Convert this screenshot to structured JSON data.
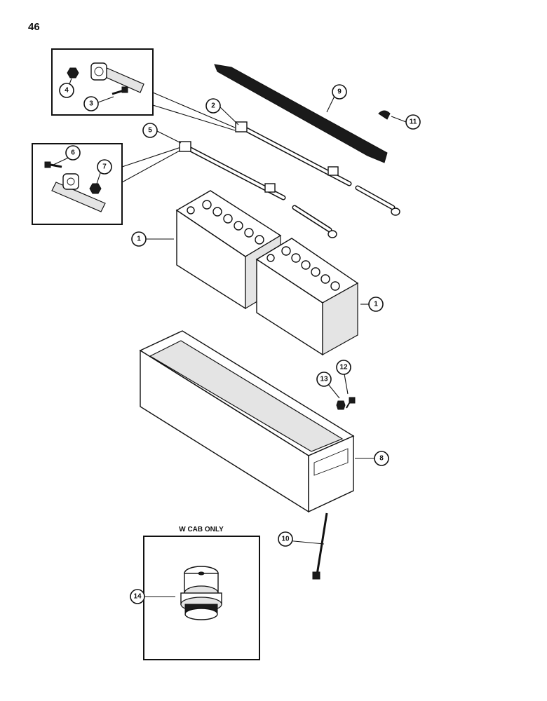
{
  "page_number": "46",
  "inset_label": "W CAB ONLY",
  "callouts": [
    "1",
    "1",
    "2",
    "3",
    "4",
    "5",
    "6",
    "7",
    "8",
    "9",
    "10",
    "11",
    "12",
    "13",
    "14"
  ],
  "icons": [
    "battery-icon",
    "cable-icon",
    "clamp-icon",
    "bolt-icon",
    "nut-icon",
    "tray-icon",
    "strap-icon",
    "cap-icon"
  ]
}
